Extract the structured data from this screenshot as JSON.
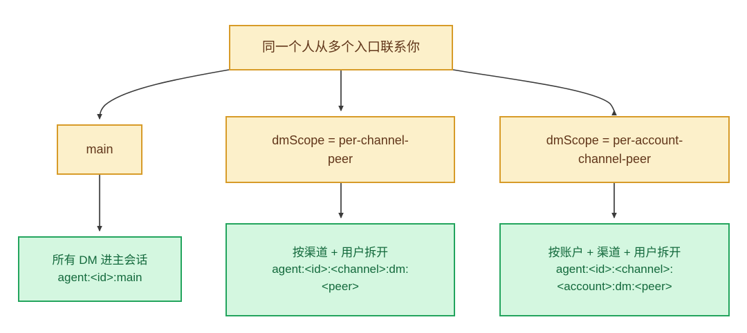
{
  "diagram": {
    "type": "flowchart",
    "direction": "top-down",
    "background": "#ffffff",
    "palette": {
      "decision_fill": "#fcf0ca",
      "decision_stroke": "#d79b28",
      "decision_text": "#61361a",
      "result_fill": "#d4f7e0",
      "result_stroke": "#22a45d",
      "result_text": "#13693c",
      "edge_stroke": "#333333"
    },
    "nodes": {
      "root": {
        "id": "root",
        "label": "同一个人从多个入口联系你",
        "kind": "decision"
      },
      "main": {
        "id": "main",
        "label": "main",
        "kind": "decision"
      },
      "per_channel_peer": {
        "id": "per-channel-peer",
        "label": "dmScope = per-channel-\npeer",
        "kind": "decision"
      },
      "per_account_channel_peer": {
        "id": "per-account-channel-peer",
        "label": "dmScope = per-account-\nchannel-peer",
        "kind": "decision"
      },
      "result_main": {
        "id": "result-main",
        "label": "所有 DM 进主会话\nagent:<id>:main",
        "kind": "result"
      },
      "result_per_channel_peer": {
        "id": "result-per-channel-peer",
        "label": "按渠道 + 用户拆开\nagent:<id>:<channel>:dm:\n<peer>",
        "kind": "result"
      },
      "result_per_account_channel_peer": {
        "id": "result-per-account-channel-peer",
        "label": "按账户 + 渠道 + 用户拆开\nagent:<id>:<channel>:\n<account>:dm:<peer>",
        "kind": "result"
      }
    },
    "edges": [
      {
        "from": "root",
        "to": "main",
        "style": "curved",
        "arrow": true
      },
      {
        "from": "root",
        "to": "per_channel_peer",
        "style": "straight",
        "arrow": true
      },
      {
        "from": "root",
        "to": "per_account_channel_peer",
        "style": "curved",
        "arrow": true
      },
      {
        "from": "main",
        "to": "result_main",
        "style": "straight",
        "arrow": true
      },
      {
        "from": "per_channel_peer",
        "to": "result_per_channel_peer",
        "style": "straight",
        "arrow": true
      },
      {
        "from": "per_account_channel_peer",
        "to": "result_per_account_channel_peer",
        "style": "straight",
        "arrow": true
      }
    ]
  }
}
